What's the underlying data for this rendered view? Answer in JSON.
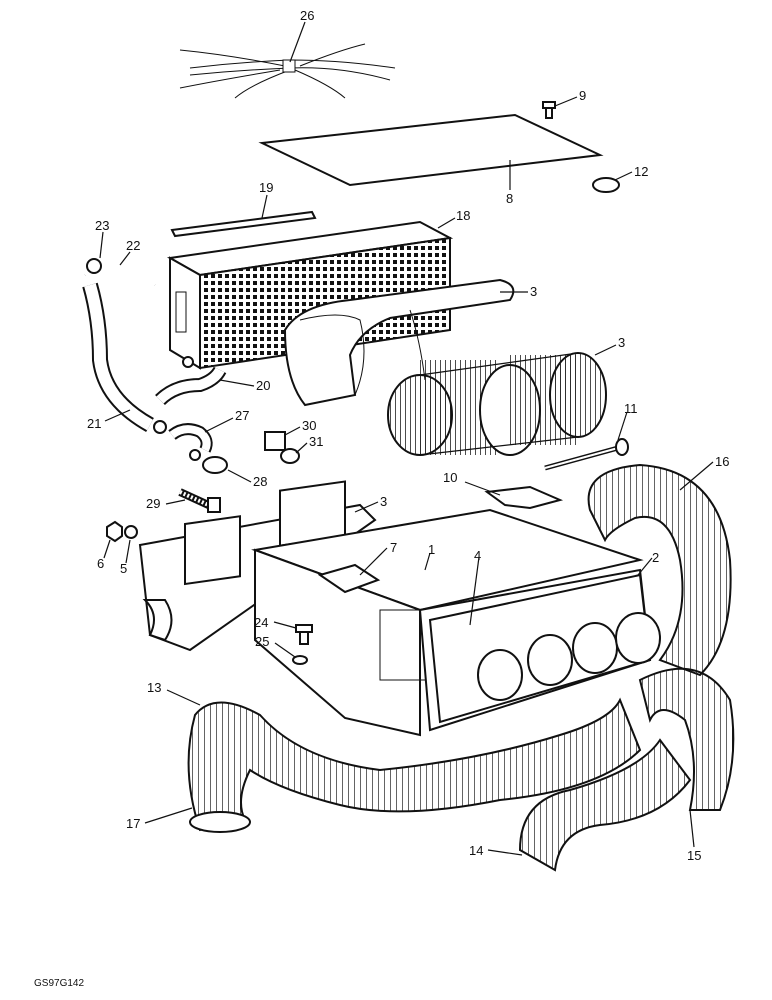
{
  "callouts": [
    "26",
    "9",
    "12",
    "8",
    "19",
    "18",
    "23",
    "22",
    "3",
    "3",
    "20",
    "21",
    "11",
    "27",
    "30",
    "31",
    "28",
    "16",
    "10",
    "29",
    "3",
    "6",
    "5",
    "7",
    "1",
    "4",
    "2",
    "24",
    "25",
    "13",
    "17",
    "14",
    "15"
  ],
  "figure_code": "GS97G142"
}
